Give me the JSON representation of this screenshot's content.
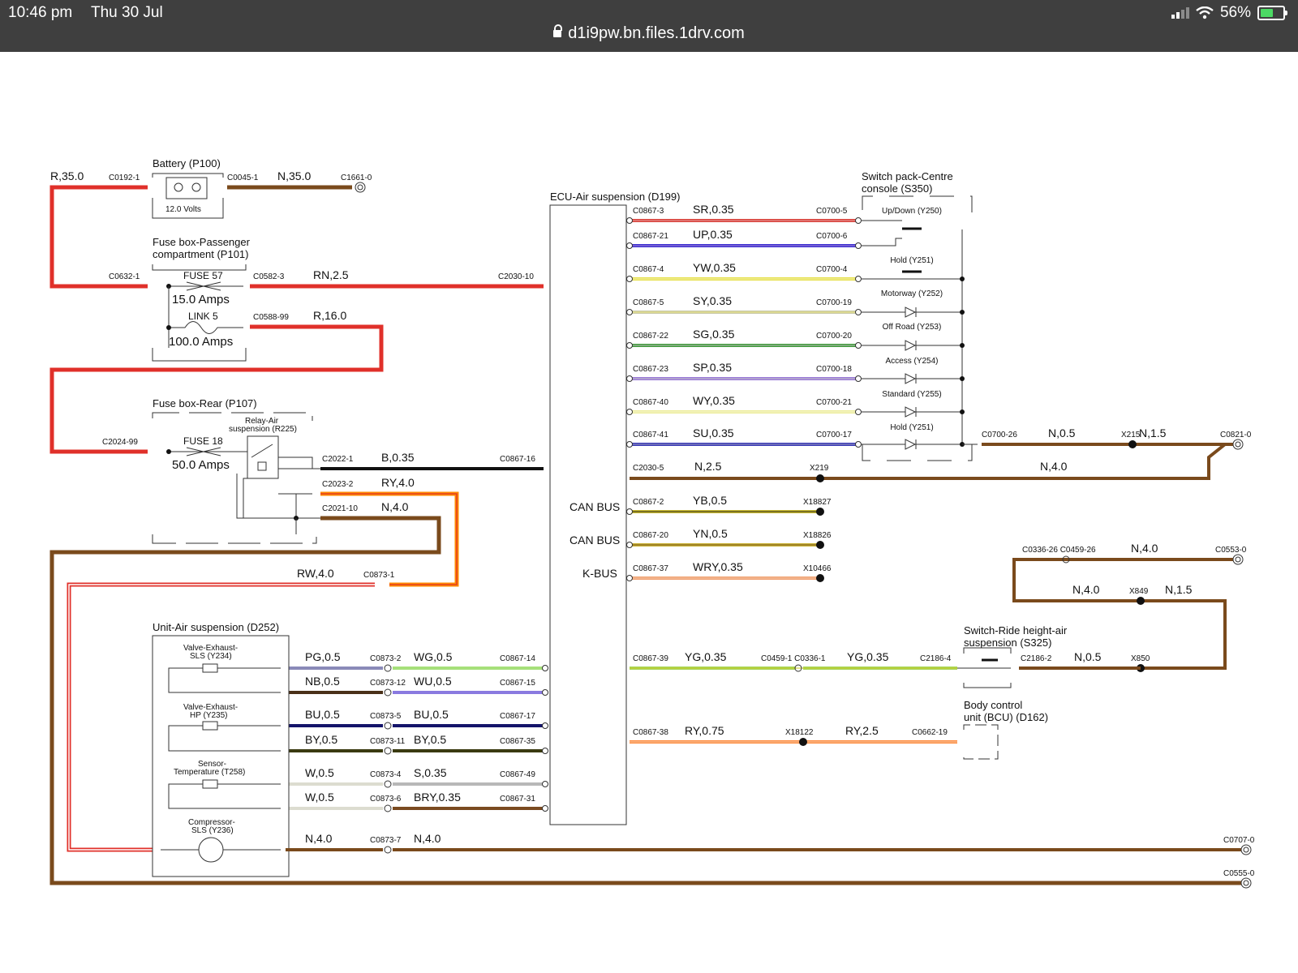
{
  "status_bar": {
    "time": "10:46 pm",
    "date": "Thu 30 Jul",
    "url": "d1i9pw.bn.files.1drv.com",
    "battery": "56%",
    "battery_level": 0.56
  },
  "components": {
    "battery": {
      "title": "Battery (P100)",
      "voltage": "12.0 Volts"
    },
    "fusebox_pass": {
      "title_1": "Fuse box-Passenger",
      "title_2": "compartment (P101)",
      "fuse57": "FUSE 57",
      "fuse57_amps": "15.0 Amps",
      "link5": "LINK 5",
      "link5_amps": "100.0 Amps"
    },
    "fusebox_rear": {
      "title": "Fuse box-Rear (P107)",
      "relay_1": "Relay-Air",
      "relay_2": "suspension (R225)",
      "fuse18": "FUSE 18",
      "fuse18_amps": "50.0 Amps"
    },
    "ecu": {
      "title": "ECU-Air suspension (D199)",
      "can1": "CAN BUS",
      "can2": "CAN BUS",
      "kbus": "K-BUS"
    },
    "switch_pack": {
      "title_1": "Switch pack-Centre",
      "title_2": "console (S350)",
      "sw": [
        "Up/Down (Y250)",
        "Hold (Y251)",
        "Motorway (Y252)",
        "Off Road (Y253)",
        "Access (Y254)",
        "Standard (Y255)",
        "Hold (Y251)"
      ]
    },
    "unit_air": {
      "title": "Unit-Air suspension (D252)",
      "v1_1": "Valve-Exhaust-",
      "v1_2": "SLS (Y234)",
      "v2_1": "Valve-Exhaust-",
      "v2_2": "HP (Y235)",
      "s_1": "Sensor-",
      "s_2": "Temperature (T258)",
      "c_1": "Compressor-",
      "c_2": "SLS (Y236)"
    },
    "ride_switch": {
      "title_1": "Switch-Ride height-air",
      "title_2": "suspension (S325)"
    },
    "bcu": {
      "title_1": "Body control",
      "title_2": "unit (BCU) (D162)"
    }
  },
  "labels": {
    "R35": "R,35.0",
    "C0192_1": "C0192-1",
    "C0045_1": "C0045-1",
    "N35": "N,35.0",
    "C1661_0": "C1661-0",
    "C0632_1": "C0632-1",
    "C0582_3": "C0582-3",
    "RN25": "RN,2.5",
    "C2030_10": "C2030-10",
    "C0588_99": "C0588-99",
    "R16": "R,16.0",
    "C2024_99": "C2024-99",
    "C2022_1": "C2022-1",
    "B035": "B,0.35",
    "C0867_16": "C0867-16",
    "C2023_2": "C2023-2",
    "RY40": "RY,4.0",
    "C2021_10": "C2021-10",
    "N40a": "N,4.0",
    "RW40": "RW,4.0",
    "C0873_1": "C0873-1",
    "C0700_26": "C0700-26",
    "N05a": "N,0.5",
    "X215": "X215",
    "N15a": "N,1.5",
    "C0821_0": "C0821-0",
    "C2030_5": "C2030-5",
    "N25": "N,2.5",
    "X219": "X219",
    "N40b": "N,4.0",
    "C0336_26": "C0336-26 C0459-26",
    "N40c": "N,4.0",
    "C0553_0": "C0553-0",
    "N40d": "N,4.0",
    "X849": "X849",
    "N15b": "N,1.5",
    "C0867_39": "C0867-39",
    "YG035a": "YG,0.35",
    "C0459_1": "C0459-1 C0336-1",
    "YG035b": "YG,0.35",
    "C2186_4": "C2186-4",
    "C2186_2": "C2186-2",
    "N05b": "N,0.5",
    "X850": "X850",
    "C0867_38": "C0867-38",
    "RY075": "RY,0.75",
    "X18122": "X18122",
    "RY25": "RY,2.5",
    "C0662_19": "C0662-19",
    "N40e": "N,4.0",
    "C0873_7": "C0873-7",
    "N40f": "N,4.0",
    "C0707_0": "C0707-0",
    "C0555_0": "C0555-0"
  },
  "ecu_wires": [
    {
      "left": "C0867-3",
      "code": "SR,0.35",
      "right": "C0700-5",
      "color": "#d9403a",
      "stripe": "#e8a0a0"
    },
    {
      "left": "C0867-21",
      "code": "UP,0.35",
      "right": "C0700-6",
      "color": "#3a2fd0",
      "stripe": "#a987d8"
    },
    {
      "left": "C0867-4",
      "code": "YW,0.35",
      "right": "C0700-4",
      "color": "#e6e04a",
      "stripe": "#f6f3c0"
    },
    {
      "left": "C0867-5",
      "code": "SY,0.35",
      "right": "C0700-19",
      "color": "#c8c8a8",
      "stripe": "#eee87a"
    },
    {
      "left": "C0867-22",
      "code": "SG,0.35",
      "right": "C0700-20",
      "color": "#3e9a3a",
      "stripe": "#bcbcbc"
    },
    {
      "left": "C0867-23",
      "code": "SP,0.35",
      "right": "C0700-18",
      "color": "#9a7ad8",
      "stripe": "#c6c6c6"
    },
    {
      "left": "C0867-40",
      "code": "WY,0.35",
      "right": "C0700-21",
      "color": "#ecec9a",
      "stripe": "#f7f7d8"
    },
    {
      "left": "C0867-41",
      "code": "SU,0.35",
      "right": "C0700-17",
      "color": "#3a3ab8",
      "stripe": "#9a9ab8"
    }
  ],
  "bus_wires": [
    {
      "left": "C0867-2",
      "code": "YB,0.5",
      "right": "X18827",
      "color": "#c8b832",
      "stripe": "#2a2a10"
    },
    {
      "left": "C0867-20",
      "code": "YN,0.5",
      "right": "X18826",
      "color": "#c8b032",
      "stripe": "#7a5a20"
    },
    {
      "left": "C0867-37",
      "code": "WRY,0.35",
      "right": "X10466",
      "color": "#f0a070",
      "stripe": "#f6c8a8"
    }
  ],
  "unit_wires": [
    {
      "code": "PG,0.5",
      "conn": "C0873-2",
      "code2": "WG,0.5",
      "right": "C0867-14",
      "c1": "#8a8ab8",
      "c2": "#a6e07a"
    },
    {
      "code": "NB,0.5",
      "conn": "C0873-12",
      "code2": "WU,0.5",
      "right": "C0867-15",
      "c1": "#4a3018",
      "c2": "#8a7ae0"
    },
    {
      "code": "BU,0.5",
      "conn": "C0873-5",
      "code2": "BU,0.5",
      "right": "C0867-17",
      "c1": "#14146a",
      "c2": "#14146a"
    },
    {
      "code": "BY,0.5",
      "conn": "C0873-11",
      "code2": "BY,0.5",
      "right": "C0867-35",
      "c1": "#3a3a10",
      "c2": "#3a3a10"
    },
    {
      "code": "W,0.5",
      "conn": "C0873-4",
      "code2": "S,0.35",
      "right": "C0867-49",
      "c1": "#dcdcd0",
      "c2": "#b8b8b8"
    },
    {
      "code": "W,0.5",
      "conn": "C0873-6",
      "code2": "BRY,0.35",
      "right": "C0867-31",
      "c1": "#dcdcd0",
      "c2": "#7a4a20"
    }
  ]
}
